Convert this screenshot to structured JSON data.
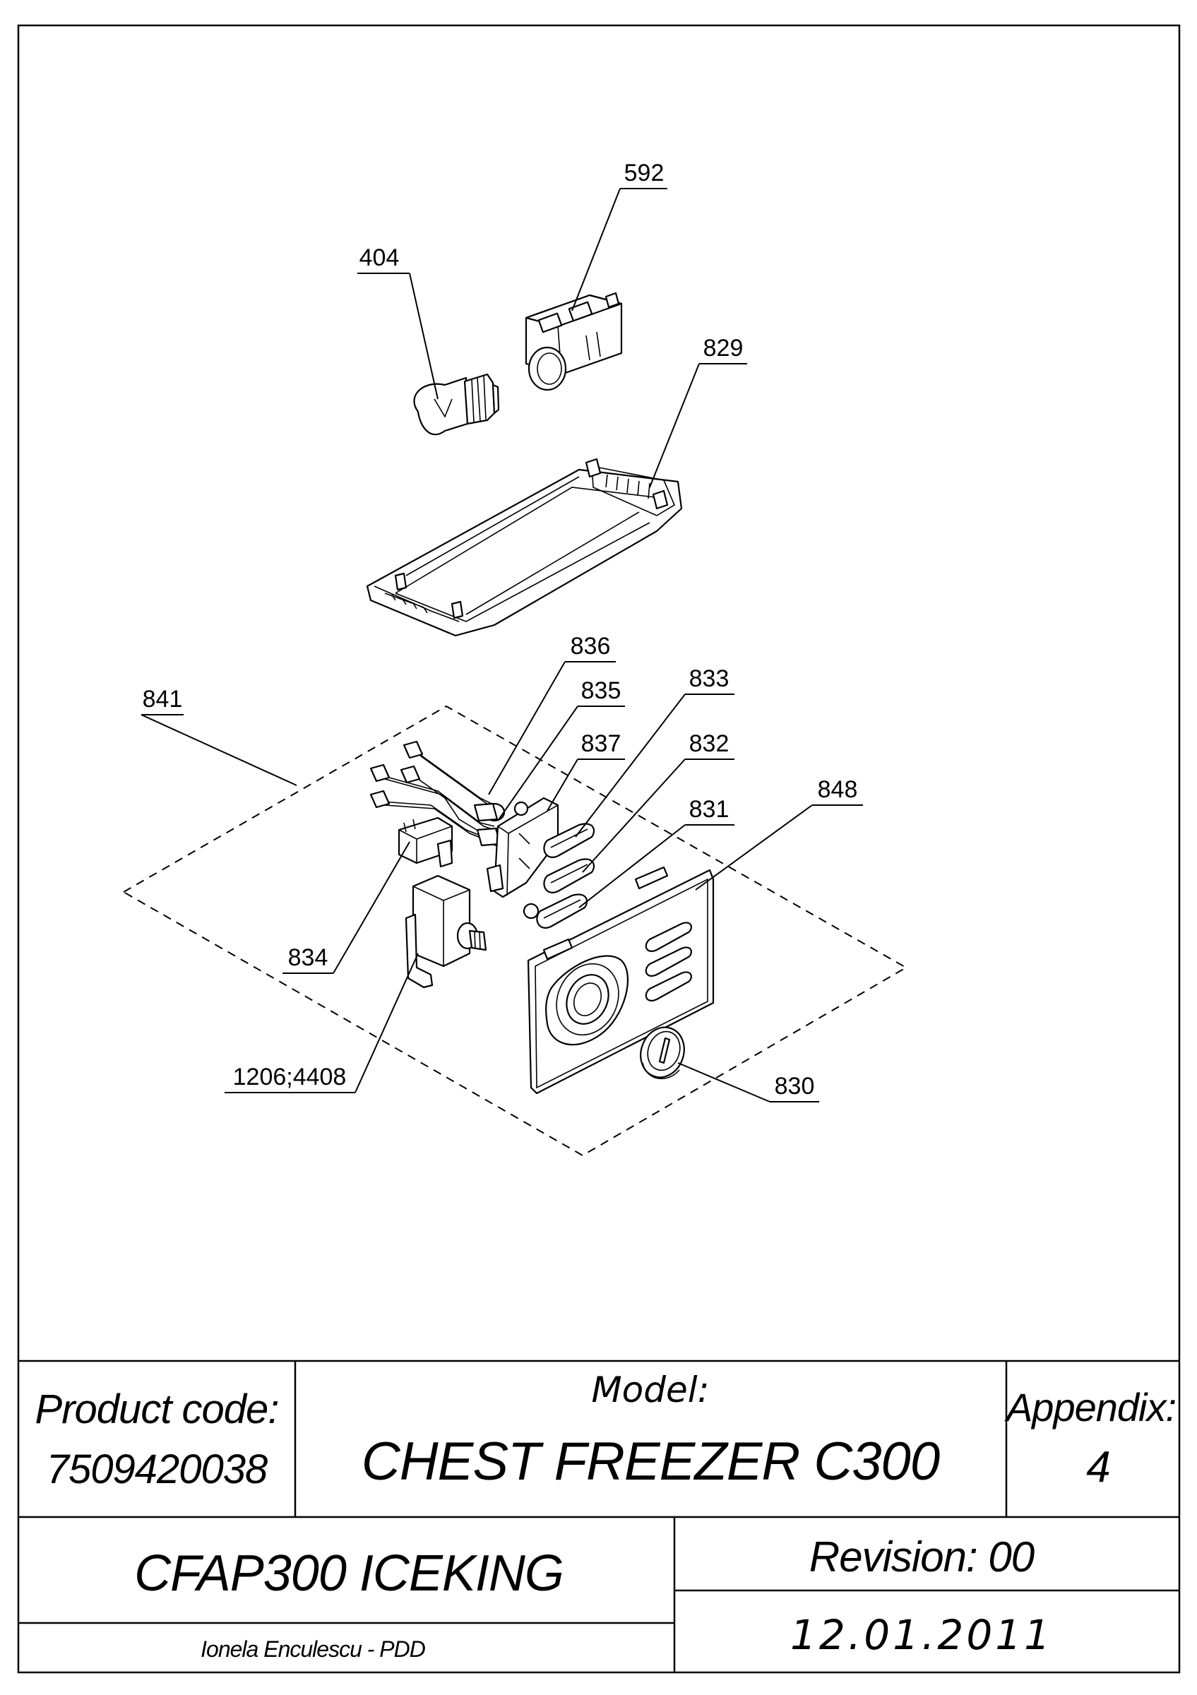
{
  "callouts": [
    {
      "id": "592",
      "label": "592"
    },
    {
      "id": "404",
      "label": "404"
    },
    {
      "id": "829",
      "label": "829"
    },
    {
      "id": "836",
      "label": "836"
    },
    {
      "id": "835",
      "label": "835"
    },
    {
      "id": "833",
      "label": "833"
    },
    {
      "id": "841",
      "label": "841"
    },
    {
      "id": "837",
      "label": "837"
    },
    {
      "id": "832",
      "label": "832"
    },
    {
      "id": "831",
      "label": "831"
    },
    {
      "id": "848",
      "label": "848"
    },
    {
      "id": "834",
      "label": "834"
    },
    {
      "id": "1206_4408",
      "label": "1206;4408"
    },
    {
      "id": "830",
      "label": "830"
    }
  ],
  "title_block": {
    "product_code_label": "Product code:",
    "product_code": "7509420038",
    "model_label": "Model:",
    "model": "CHEST FREEZER C300",
    "appendix_label": "Appendix:",
    "appendix": "4",
    "name": "CFAP300 ICEKING",
    "revision": "Revision: 00",
    "author": "Ionela Enculescu - PDD",
    "date": "12.01.2011"
  }
}
